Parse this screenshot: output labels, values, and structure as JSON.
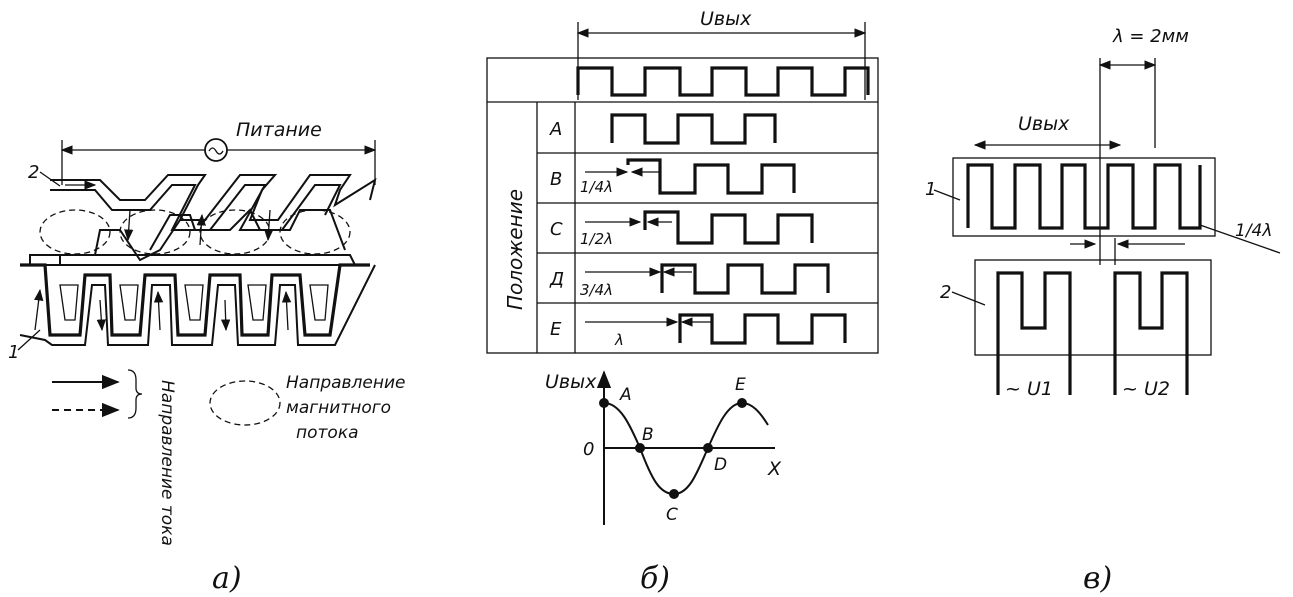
{
  "panel_a": {
    "supply_label": "Питание",
    "winding_2": "2",
    "winding_1": "1",
    "current_direction": "Направление тока",
    "flux_direction_line1": "Направление",
    "flux_direction_line2": "магнитного",
    "flux_direction_line3": "потока",
    "caption": "а)"
  },
  "panel_b": {
    "output_label": "Uвых",
    "position_label": "Положение",
    "rows": [
      {
        "label": "A",
        "offset": ""
      },
      {
        "label": "B",
        "offset": "1/4λ"
      },
      {
        "label": "C",
        "offset": "1/2λ"
      },
      {
        "label": "Д",
        "offset": "3/4λ"
      },
      {
        "label": "E",
        "offset": "λ"
      }
    ],
    "graph": {
      "y_label": "Uвых",
      "x_label": "X",
      "origin": "0",
      "points": [
        "A",
        "B",
        "C",
        "D",
        "E"
      ]
    },
    "caption": "б)"
  },
  "panel_c": {
    "output_label": "Uвых",
    "pitch_label": "λ = 2мм",
    "shift_label": "1/4λ",
    "winding_1": "1",
    "winding_2": "2",
    "supply_1": "~ U1",
    "supply_2": "~ U2",
    "caption": "в)"
  }
}
